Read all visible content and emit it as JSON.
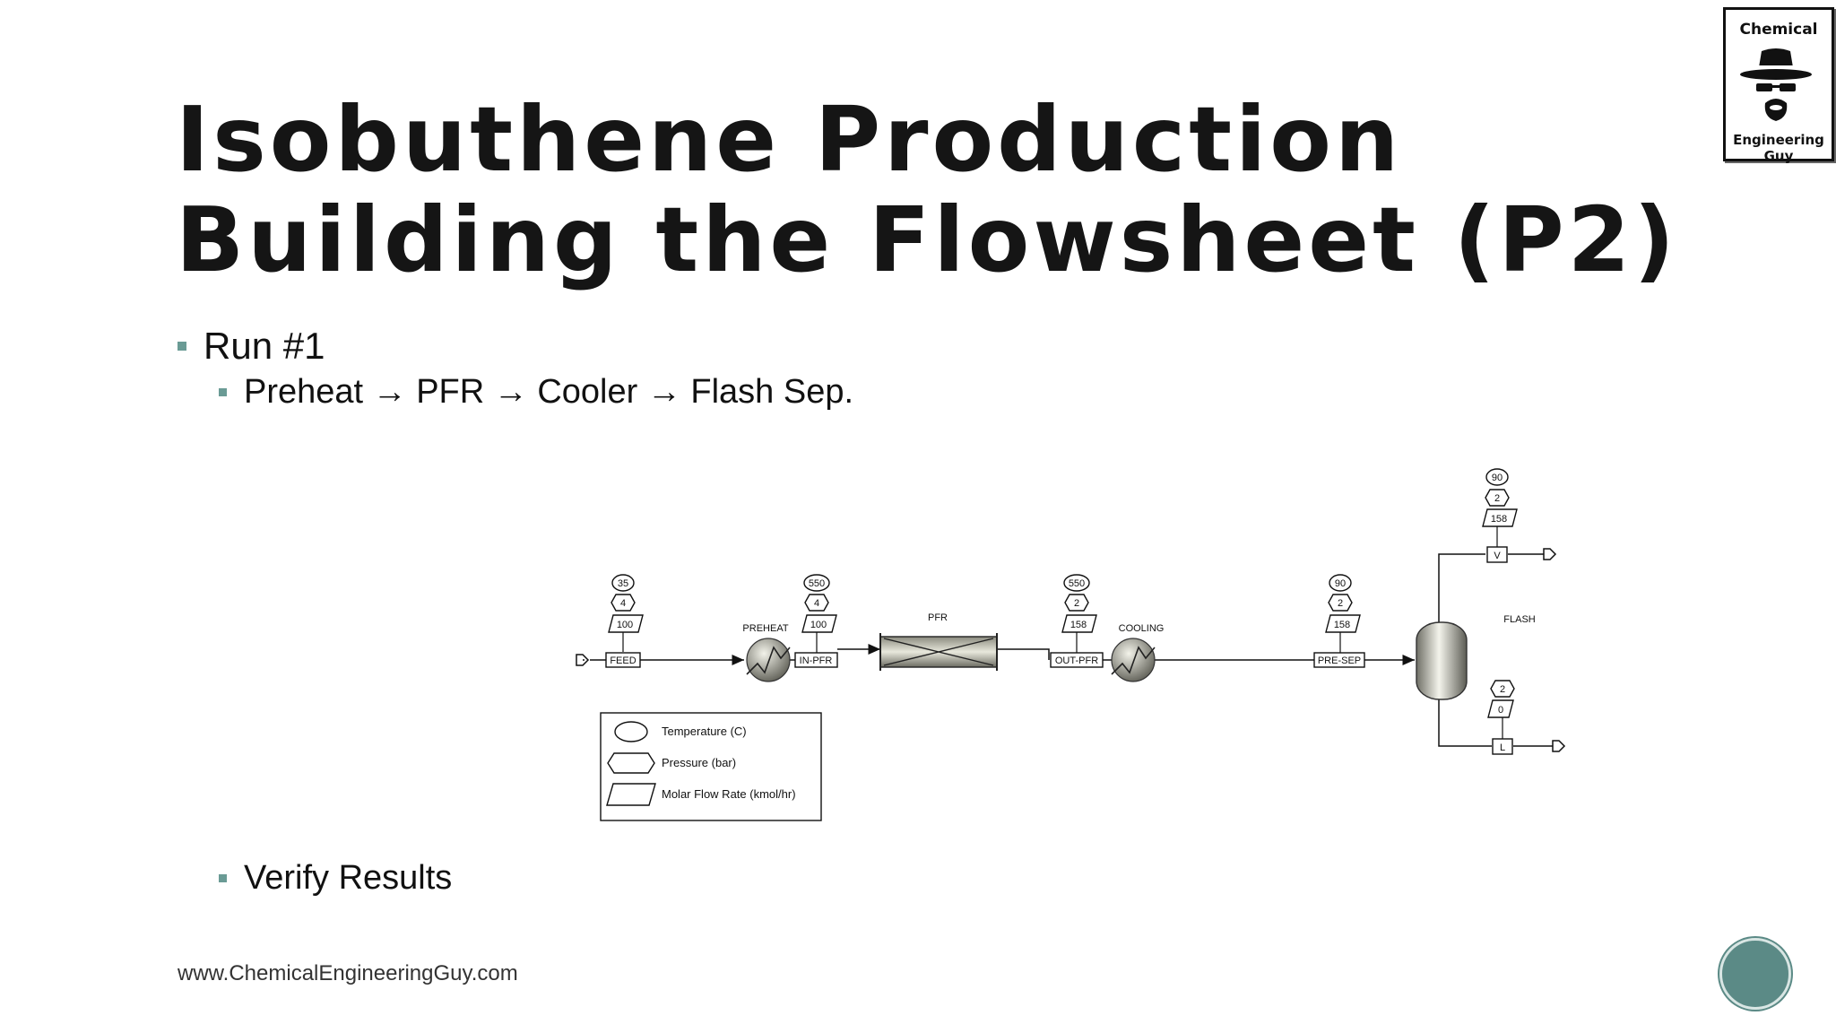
{
  "slide": {
    "title_line1": "Isobuthene Production",
    "title_line2": "Building the Flowsheet (P2)",
    "bullets": {
      "run": "Run #1",
      "sequence": "Preheat → PFR → Cooler → Flash Sep.",
      "verify": "Verify Results"
    },
    "footer": "www.ChemicalEngineeringGuy.com",
    "logo": {
      "line1": "Chemical",
      "line2": "Engineering Guy"
    },
    "accent_color": "#6a9b95"
  },
  "flowsheet": {
    "streams": {
      "feed": {
        "label": "FEED",
        "temperature": "35",
        "pressure": "4",
        "flow": "100"
      },
      "in_pfr": {
        "label": "IN-PFR",
        "temperature": "550",
        "pressure": "4",
        "flow": "100"
      },
      "out_pfr": {
        "label": "OUT-PFR",
        "temperature": "550",
        "pressure": "2",
        "flow": "158"
      },
      "pre_sep": {
        "label": "PRE-SEP",
        "temperature": "90",
        "pressure": "2",
        "flow": "158"
      },
      "vapor": {
        "label": "V",
        "temperature": "90",
        "pressure": "2",
        "flow": "158"
      },
      "liquid": {
        "label": "L",
        "pressure": "2",
        "flow": "0"
      }
    },
    "units": {
      "preheat": "PREHEAT",
      "pfr": "PFR",
      "cooling": "COOLING",
      "flash": "FLASH"
    },
    "legend": {
      "temperature": "Temperature (C)",
      "pressure": "Pressure (bar)",
      "flow": "Molar Flow Rate (kmol/hr)"
    }
  }
}
